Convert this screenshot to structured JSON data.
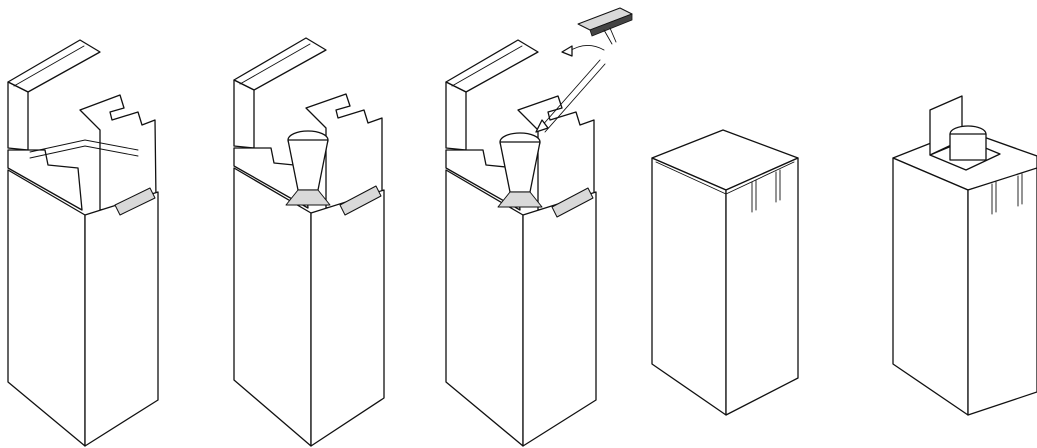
{
  "figure": {
    "panel_count": 5,
    "panels": [
      {
        "id": 1,
        "content": "open-box-empty"
      },
      {
        "id": 2,
        "content": "open-box-with-insert"
      },
      {
        "id": 3,
        "content": "open-box-inserting-tool"
      },
      {
        "id": 4,
        "content": "closed-box"
      },
      {
        "id": 5,
        "content": "box-with-insert-raised"
      }
    ]
  },
  "colors": {
    "line": "#111111",
    "paper": "#ffffff",
    "shade": "#d9d9d9"
  }
}
